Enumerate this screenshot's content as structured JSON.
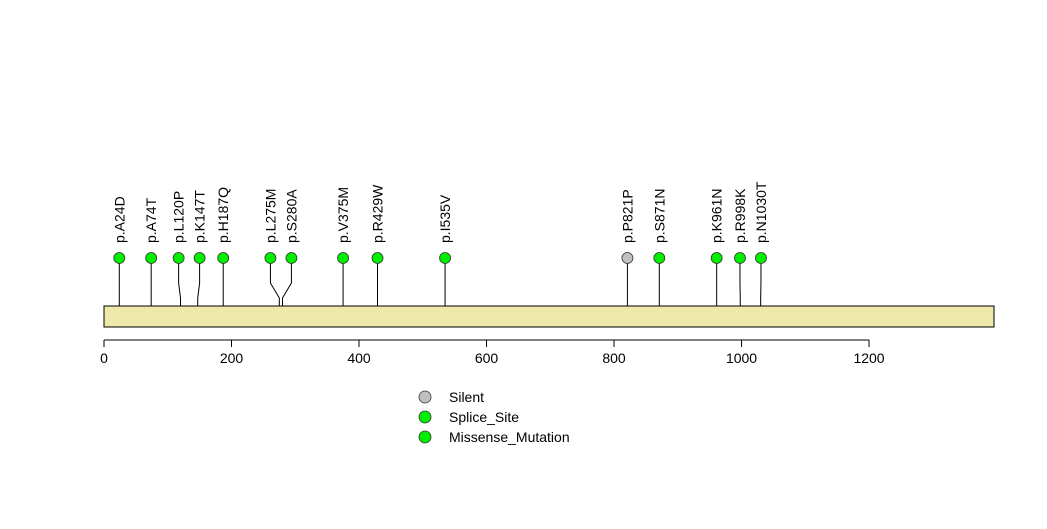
{
  "chart_data": {
    "type": "lollipop",
    "protein_length": 1396,
    "xlim": [
      0,
      1396
    ],
    "xticks": [
      0,
      200,
      400,
      600,
      800,
      1000,
      1200
    ],
    "mutations": [
      {
        "label": "p.A24D",
        "position": 24,
        "type": "Missense_Mutation"
      },
      {
        "label": "p.A74T",
        "position": 74,
        "type": "Missense_Mutation"
      },
      {
        "label": "p.L120P",
        "position": 120,
        "type": "Missense_Mutation"
      },
      {
        "label": "p.K147T",
        "position": 147,
        "type": "Missense_Mutation"
      },
      {
        "label": "p.H187Q",
        "position": 187,
        "type": "Missense_Mutation"
      },
      {
        "label": "p.L275M",
        "position": 275,
        "type": "Missense_Mutation"
      },
      {
        "label": "p.S280A",
        "position": 280,
        "type": "Missense_Mutation"
      },
      {
        "label": "p.V375M",
        "position": 375,
        "type": "Missense_Mutation"
      },
      {
        "label": "p.R429W",
        "position": 429,
        "type": "Missense_Mutation"
      },
      {
        "label": "p.I535V",
        "position": 535,
        "type": "Missense_Mutation"
      },
      {
        "label": "p.P821P",
        "position": 821,
        "type": "Silent"
      },
      {
        "label": "p.S871N",
        "position": 871,
        "type": "Missense_Mutation"
      },
      {
        "label": "p.K961N",
        "position": 961,
        "type": "Missense_Mutation"
      },
      {
        "label": "p.R998K",
        "position": 998,
        "type": "Missense_Mutation"
      },
      {
        "label": "p.N1030T",
        "position": 1030,
        "type": "Missense_Mutation"
      }
    ],
    "legend": {
      "placement": "bottom-center",
      "entries": [
        {
          "label": "Silent",
          "color": "#c0c0c0"
        },
        {
          "label": "Splice_Site",
          "color": "#00ee00"
        },
        {
          "label": "Missense_Mutation",
          "color": "#00ee00"
        }
      ]
    },
    "colors": {
      "Silent": "#c0c0c0",
      "Splice_Site": "#00ee00",
      "Missense_Mutation": "#00ee00",
      "protein_bar": "#eee8aa"
    }
  }
}
